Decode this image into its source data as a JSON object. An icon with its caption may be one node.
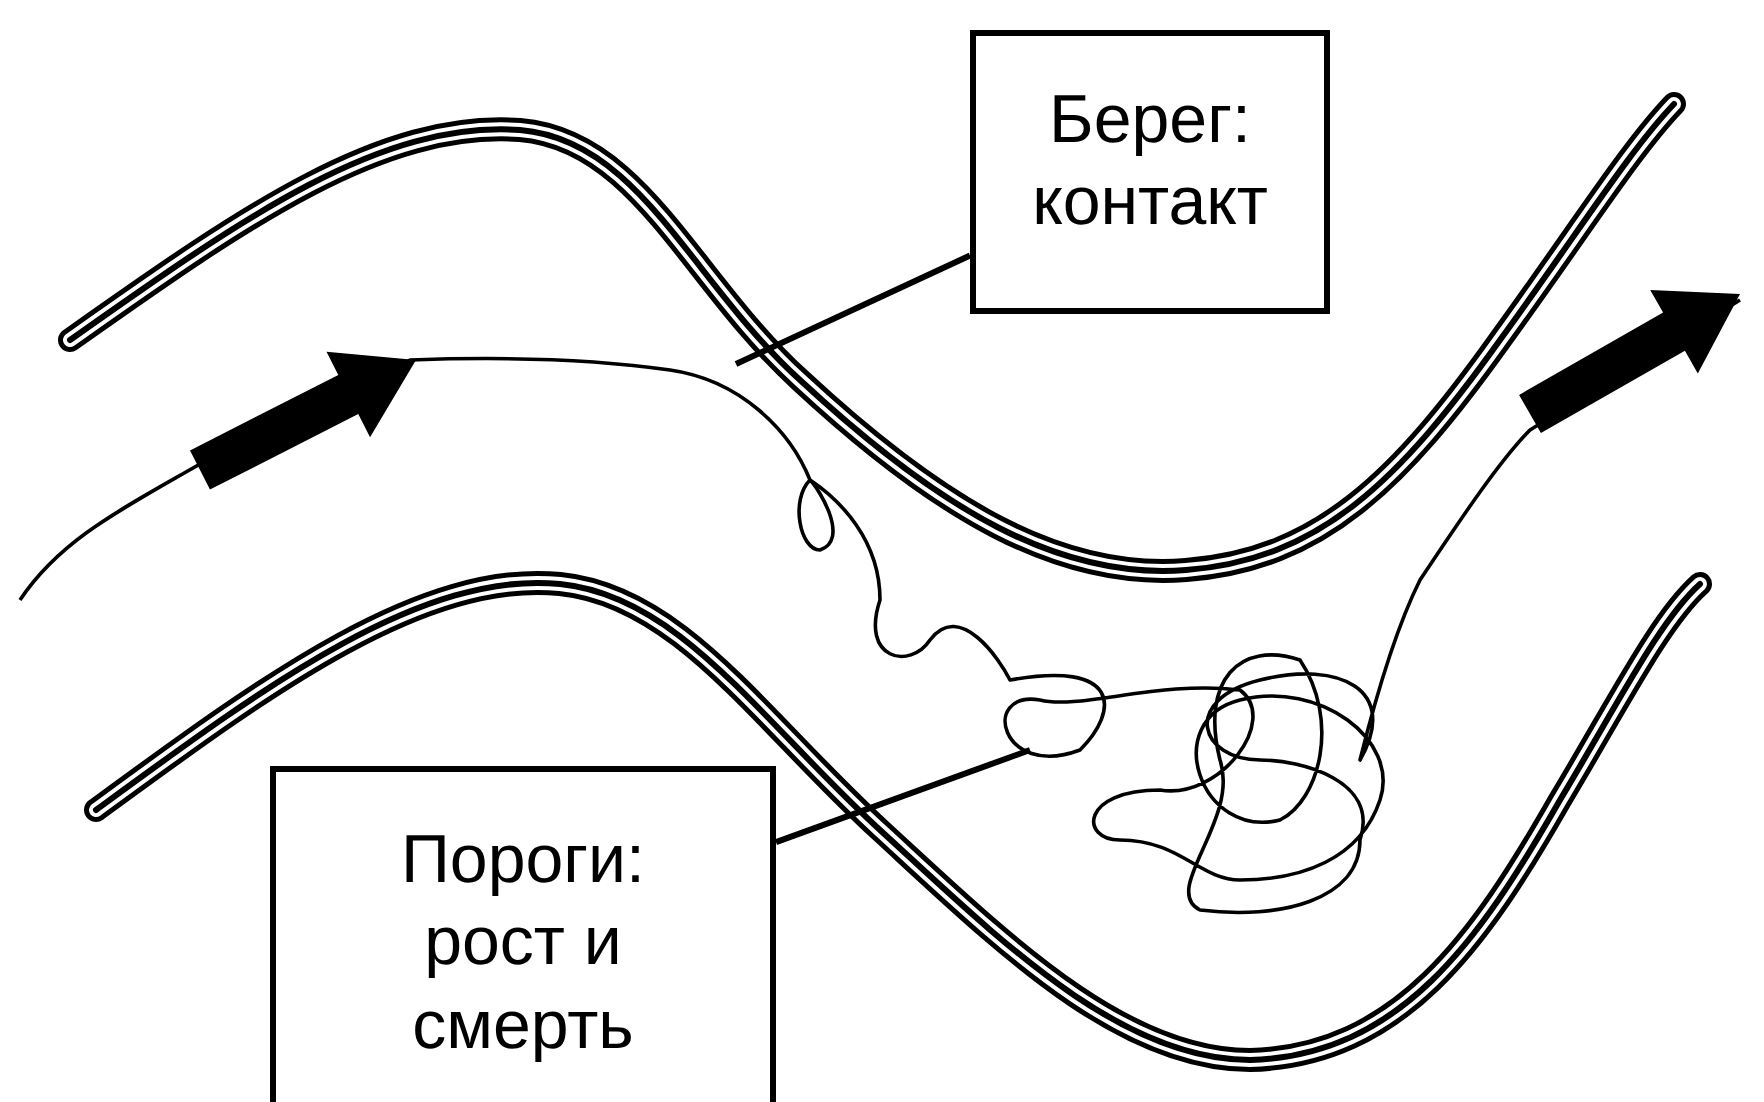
{
  "diagram": {
    "nodes": [
      {
        "text": [
          "Берег: контакт"
        ]
      },
      {
        "text": [],
        "shape": "line"
      },
      {
        "text": [
          "Пороги: рост и смерть"
        ]
      },
      {
        "text": [],
        "shape": "line"
      }
    ],
    "edges": [
      {
        "from": 0,
        "to": 1,
        "arrow": "none"
      },
      {
        "from": 2,
        "to": 3,
        "arrow": "none"
      }
    ]
  }
}
